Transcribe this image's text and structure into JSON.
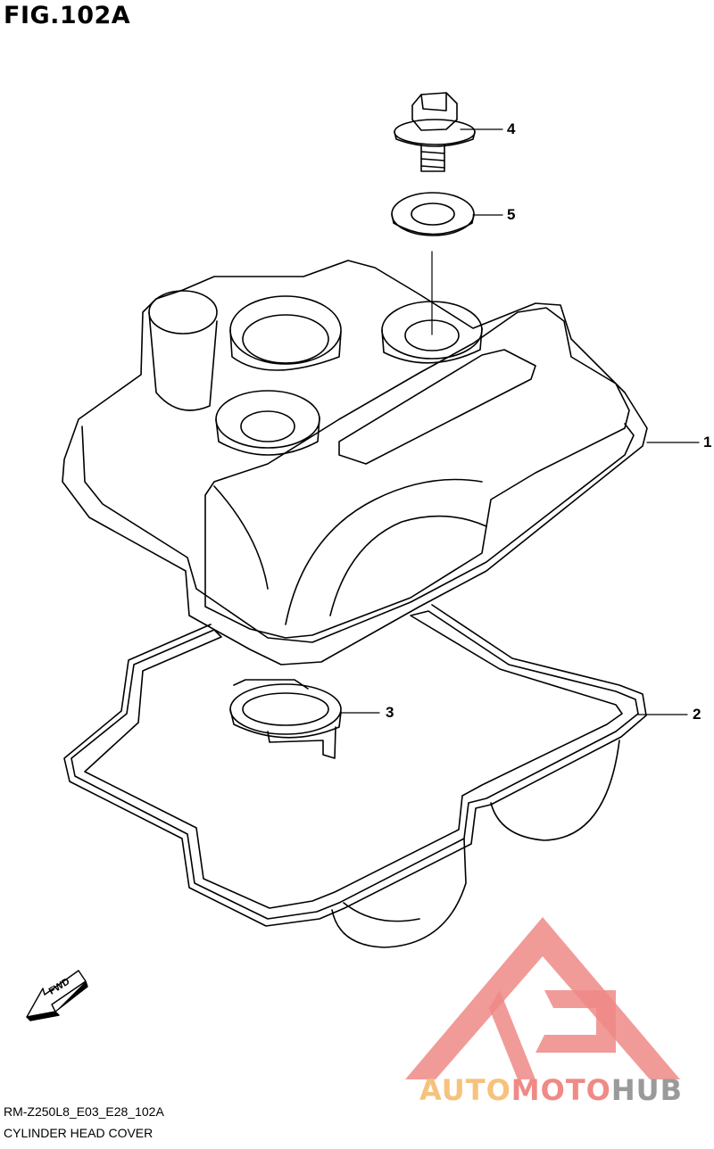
{
  "figure": {
    "title": "FIG.102A",
    "code": "RM-Z250L8_E03_E28_102A",
    "caption": "CYLINDER HEAD COVER"
  },
  "callouts": [
    {
      "id": "1",
      "label": "1",
      "part": "cylinder-head-cover"
    },
    {
      "id": "2",
      "label": "2",
      "part": "cover-gasket"
    },
    {
      "id": "3",
      "label": "3",
      "part": "plug-gasket"
    },
    {
      "id": "4",
      "label": "4",
      "part": "bolt"
    },
    {
      "id": "5",
      "label": "5",
      "part": "washer-seal"
    }
  ],
  "direction_marker": {
    "label": "FWD",
    "icon": "fwd-arrow-icon"
  },
  "watermark": {
    "parts": [
      {
        "text": "AUTO",
        "color": "#f6c27c"
      },
      {
        "text": "MOTO",
        "color": "#ef8a86"
      },
      {
        "text": "HUB",
        "color": "#9a9a9a"
      }
    ],
    "icon": "automotohub-logo-icon",
    "logo_color": "#ef8a86"
  },
  "colors": {
    "line": "#000000",
    "background": "#ffffff"
  }
}
